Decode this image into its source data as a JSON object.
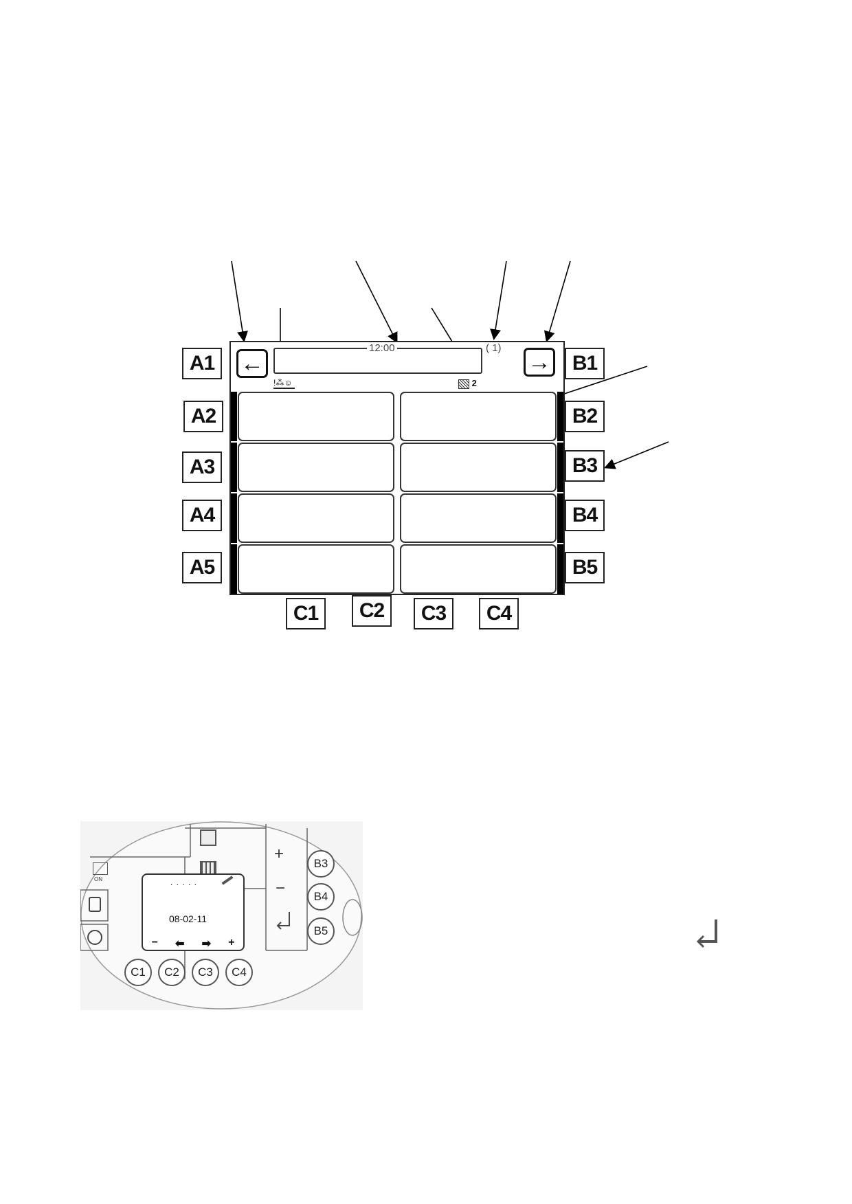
{
  "display": {
    "time": "12:00",
    "page_indicator": "( 1)",
    "page_count": "2",
    "left_arrow": "←",
    "right_arrow": "→",
    "status_icon": "!⁂☺",
    "colors": {
      "line": "#222222",
      "bar": "#000000",
      "panel_bg": "#f4f4f4"
    }
  },
  "keys_left": [
    "A1",
    "A2",
    "A3",
    "A4",
    "A5"
  ],
  "keys_right": [
    "B1",
    "B2",
    "B3",
    "B4",
    "B5"
  ],
  "keys_bottom": [
    "C1",
    "C2",
    "C3",
    "C4"
  ],
  "panel": {
    "date_value": "08-02-11",
    "dots": ". . . . .",
    "on_label": "ON",
    "plus": "+",
    "minus": "−",
    "nav": [
      "−",
      "⬅",
      "➡",
      "+"
    ],
    "keys_right": [
      "B3",
      "B4",
      "B5"
    ],
    "keys_bottom": [
      "C1",
      "C2",
      "C3",
      "C4"
    ],
    "icons": [
      "network-icon",
      "settings-icon",
      "monitor-on-icon",
      "phone-icon",
      "clock-icon",
      "enter-icon",
      "pencil-icon"
    ]
  },
  "enter_symbol": "↵"
}
